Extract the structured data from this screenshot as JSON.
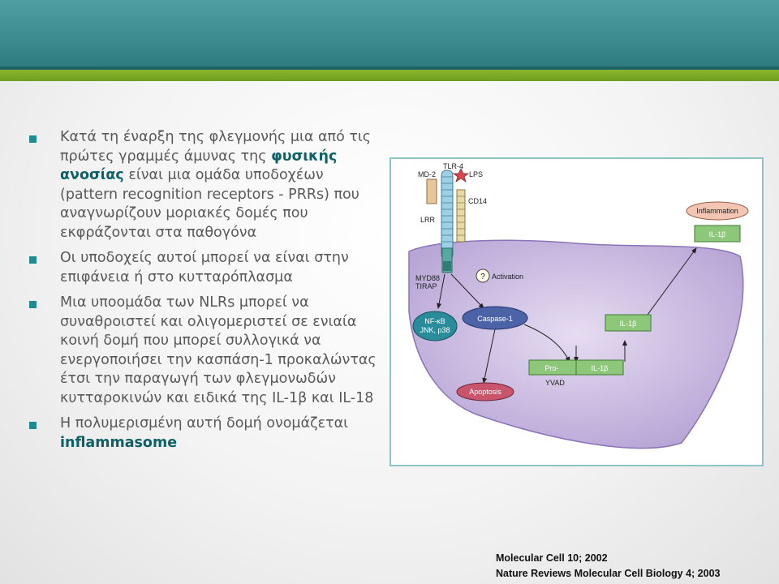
{
  "bullets": [
    {
      "parts": [
        {
          "text": "Κατά τη έναρξη της φλεγμονής μια από τις πρώτες γραμμές άμυνας της ",
          "hl": false
        },
        {
          "text": "φυσικής ανοσίας",
          "hl": true
        },
        {
          "text": " είναι μια ομάδα υποδοχέων (pattern recognition receptors - PRRs) που αναγνωρίζουν μοριακές δομές που εκφράζονται στα παθογόνα",
          "hl": false
        }
      ]
    },
    {
      "parts": [
        {
          "text": "Οι υποδοχείς αυτοί μπορεί να είναι στην επιφάνεια ή στο κυτταρόπλασμα",
          "hl": false
        }
      ]
    },
    {
      "parts": [
        {
          "text": "Μια υποομάδα των NLRs μπορεί να συναθροιστεί και ολιγομεριστεί σε ενιαία κοινή δομή που μπορεί συλλογικά να ενεργοποιήσει την κασπάση-1 προκαλώντας έτσι την παραγωγή των φλεγμονωδών κυτταροκινών και ειδικά της IL-1β και IL-18",
          "hl": false
        }
      ]
    },
    {
      "parts": [
        {
          "text": "Η πολυμερισμένη αυτή δομή ονομάζεται ",
          "hl": false
        },
        {
          "text": "inflammasome",
          "hl": true
        }
      ]
    }
  ],
  "diagram": {
    "md2": "MD-2",
    "tlr4": "TLR-4",
    "lps": "LPS",
    "cd14": "CD14",
    "lrr": "LRR",
    "myd88": "MYD88",
    "tirap": "TIRAP",
    "question": "?",
    "activation": "Activation",
    "nfkb": "NF-κB",
    "jnk": "JNK, p38",
    "caspase": "Caspase-1",
    "apoptosis": "Apoptosis",
    "pro": "Pro-",
    "il1b": "IL-1β",
    "yvad": "YVAD",
    "inflammation": "Inflammation"
  },
  "references": [
    "Molecular Cell 10; 2002",
    "Nature Reviews Molecular Cell Biology 4; 2003"
  ]
}
